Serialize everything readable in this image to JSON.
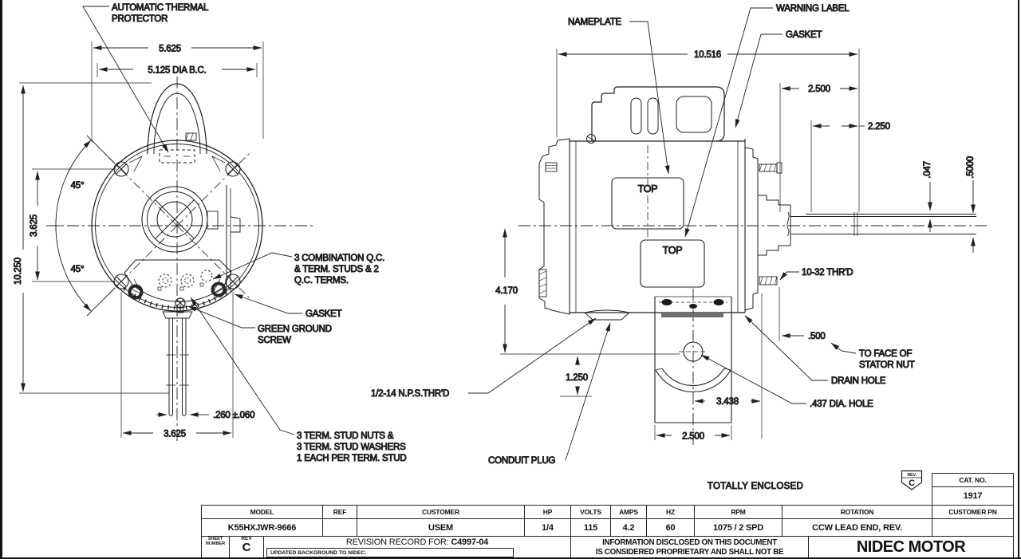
{
  "front_view": {
    "labels": {
      "thermal_1": "AUTOMATIC THERMAL",
      "thermal_2": "PROTECTOR",
      "combo_1": "3 COMBINATION Q.C.",
      "combo_2": "& TERM. STUDS & 2",
      "combo_3": "Q.C. TERMS.",
      "gasket": "GASKET",
      "ground_1": "GREEN GROUND",
      "ground_2": "SCREW",
      "studs_1": "3 TERM. STUD NUTS &",
      "studs_2": "3 TERM. STUD WASHERS",
      "studs_3": "1 EACH PER TERM. STUD"
    },
    "dims": {
      "width": "5.625",
      "bolt_circle": "5.125  DIA B.C.",
      "angle_upper": "45°",
      "angle_lower": "45°",
      "screw_span_v": "3.625",
      "overall_height": "10.250",
      "lead_spacing": ".260 ±.060",
      "screw_span_h": "3.625"
    }
  },
  "side_view": {
    "labels": {
      "nameplate": "NAMEPLATE",
      "warning": "WARNING LABEL",
      "gasket": "GASKET",
      "top_nameplate": "TOP",
      "top_warning": "TOP",
      "thrd_10_32": "10-32 THR'D",
      "face_1": "TO FACE OF",
      "face_2": "STATOR NUT",
      "drain": "DRAIN HOLE",
      "hole_437": ".437 DIA. HOLE",
      "nps": "1/2-14 N.P.S.THR'D",
      "conduit": "CONDUIT PLUG"
    },
    "dims": {
      "overall": "10.516",
      "shaft_ext": "2.500",
      "shaft_flat": "2.250",
      "flat_depth": ".047",
      "shaft_dia": ".5000",
      "center_height": "4.170",
      "base_drop": "1.250",
      "bracket_offset": "3.438",
      "bracket_width": "2.500",
      "nut_face": ".500"
    }
  },
  "notes": {
    "enclosure": "TOTALLY ENCLOSED"
  },
  "title_block": {
    "headers": {
      "model": "MODEL",
      "ref": "REF",
      "customer": "CUSTOMER",
      "hp": "HP",
      "volts": "VOLTS",
      "amps": "AMPS",
      "hz": "HZ",
      "rpm": "RPM",
      "rotation": "ROTATION",
      "customer_pn": "CUSTOMER PN",
      "cat_no": "CAT. NO.",
      "sheet_1": "SHEET",
      "sheet_2": "NUMBER",
      "rev": "REV"
    },
    "values": {
      "model": "K55HXJWR-9666",
      "ref": "",
      "customer": "USEM",
      "hp": "1/4",
      "volts": "115",
      "amps": "4.2",
      "hz": "60",
      "rpm": "1075 / 2 SPD",
      "rotation": "CCW LEAD END, REV.",
      "customer_pn": "",
      "cat_no": "1917",
      "rev": "C"
    },
    "rev_badge": {
      "title": "REV.",
      "value": "C"
    },
    "revision": {
      "title": "REVISION RECORD FOR:",
      "number": "C4997-04",
      "note": "UPDATED BACKGROUND TO NIDEC."
    },
    "disclaimer_1": "INFORMATION DISCLOSED ON THIS DOCUMENT",
    "disclaimer_2": "IS CONSIDERED PROPRIETARY AND SHALL NOT BE",
    "company": "NIDEC MOTOR"
  }
}
